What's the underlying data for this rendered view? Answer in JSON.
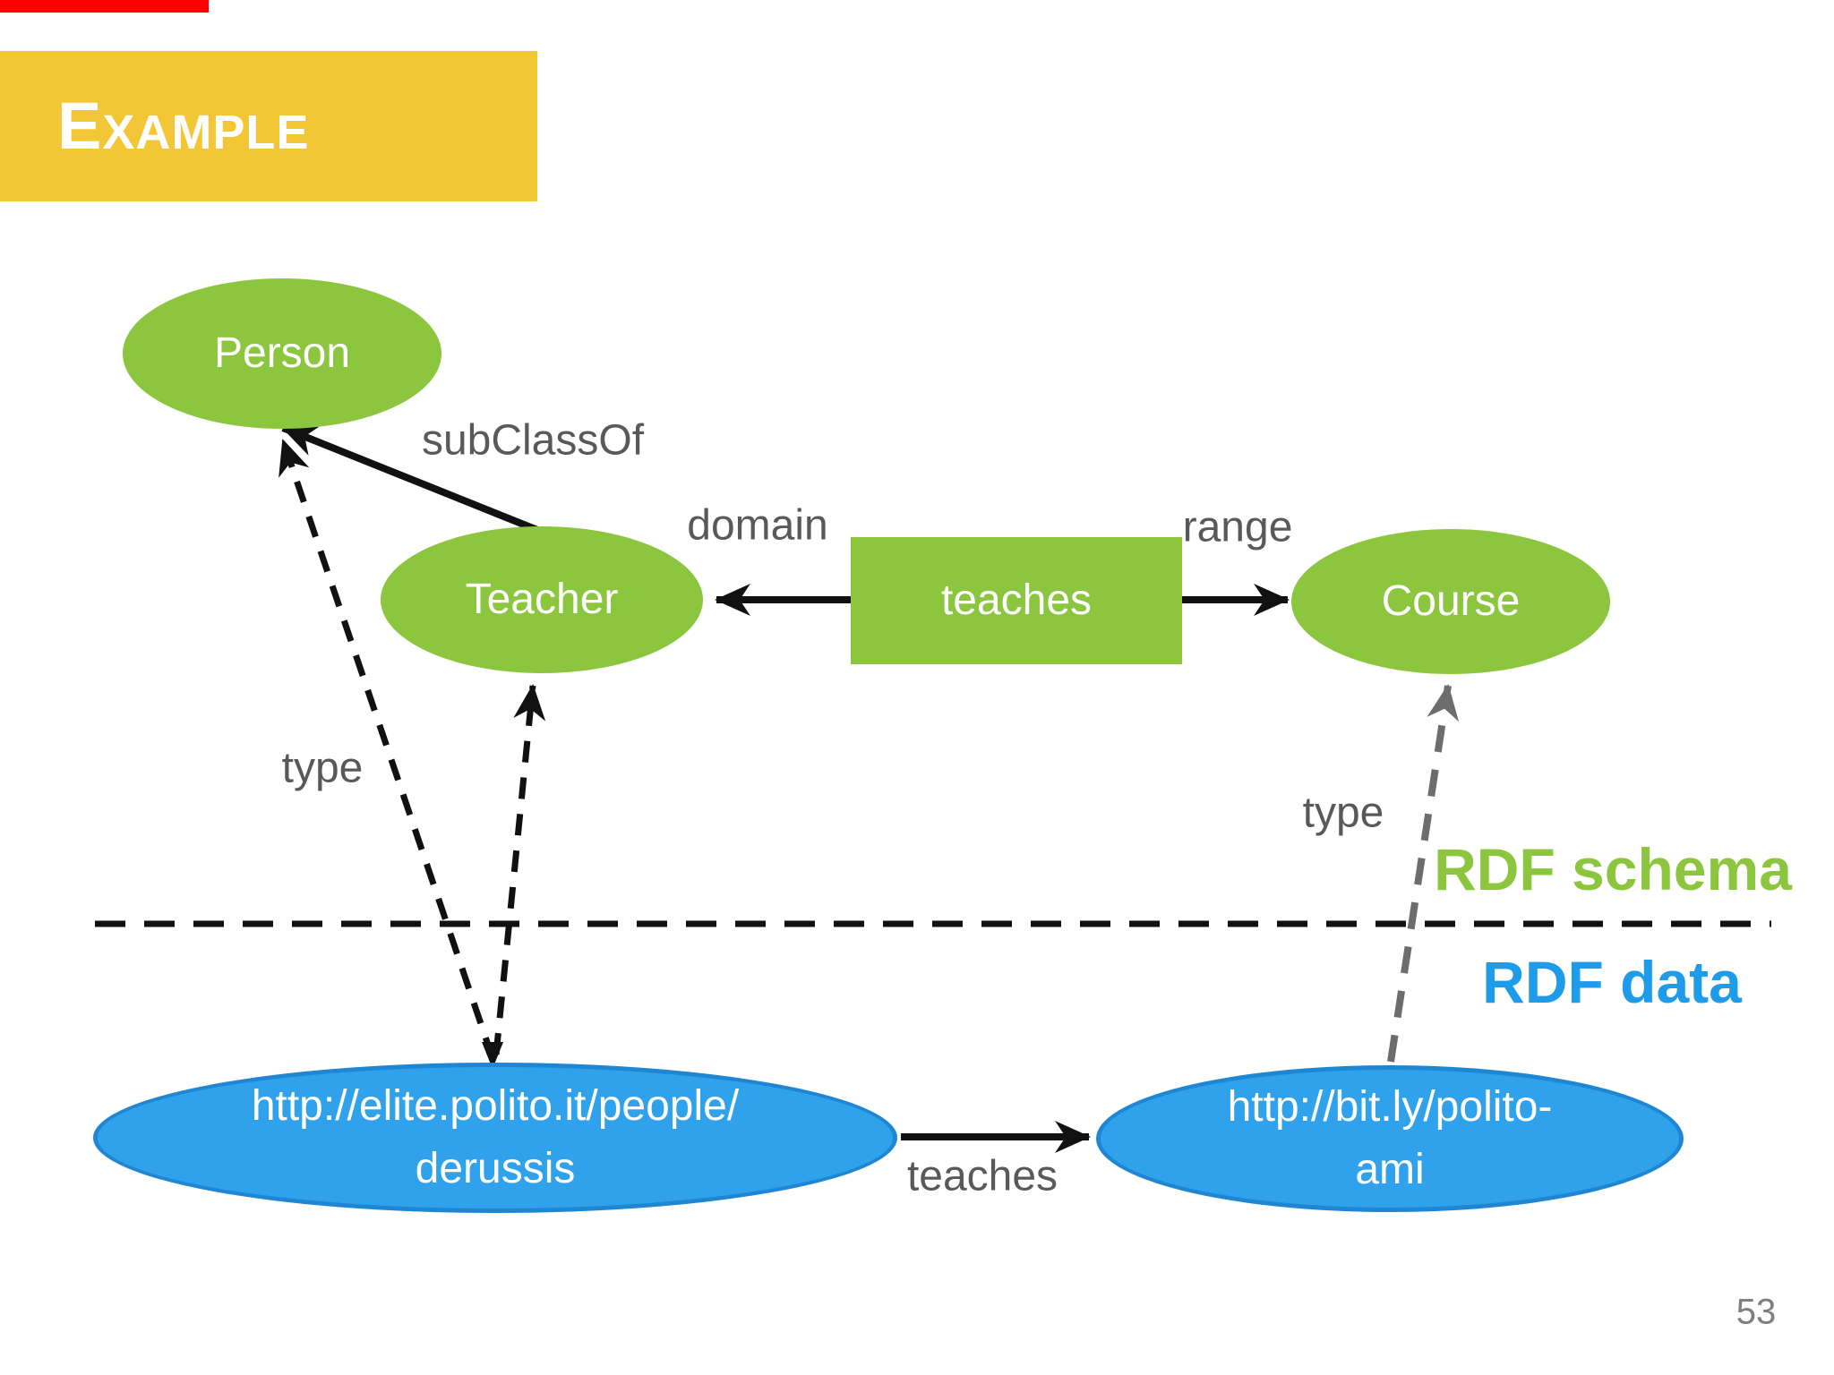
{
  "slide": {
    "title_initial": "E",
    "title_rest": "XAMPLE",
    "page_number": "53"
  },
  "colors": {
    "title_background": "#f3c636",
    "class_green": "#8cc63f",
    "instance_blue": "#2fa2eb",
    "instance_blue_border": "#1e86d2",
    "schema_label_green": "#8cc63f",
    "data_label_blue": "#1e9be9",
    "edge_label_gray": "#595959",
    "type_arrow_gray": "#6d6d6d",
    "accent_red": "#fe0000"
  },
  "schema_layer": {
    "layer_label": "RDF schema",
    "classes": {
      "person": "Person",
      "teacher": "Teacher",
      "course": "Course"
    },
    "property_box": "teaches",
    "edge_labels": {
      "subclass": "subClassOf",
      "domain": "domain",
      "range": "range",
      "type_left": "type",
      "type_right": "type"
    }
  },
  "data_layer": {
    "layer_label": "RDF data",
    "instances": {
      "derussis_line1": "http://elite.polito.it/people/",
      "derussis_line2": "derussis",
      "ami_line1": "http://bit.ly/polito-",
      "ami_line2": "ami"
    },
    "edge_labels": {
      "teaches": "teaches"
    }
  }
}
